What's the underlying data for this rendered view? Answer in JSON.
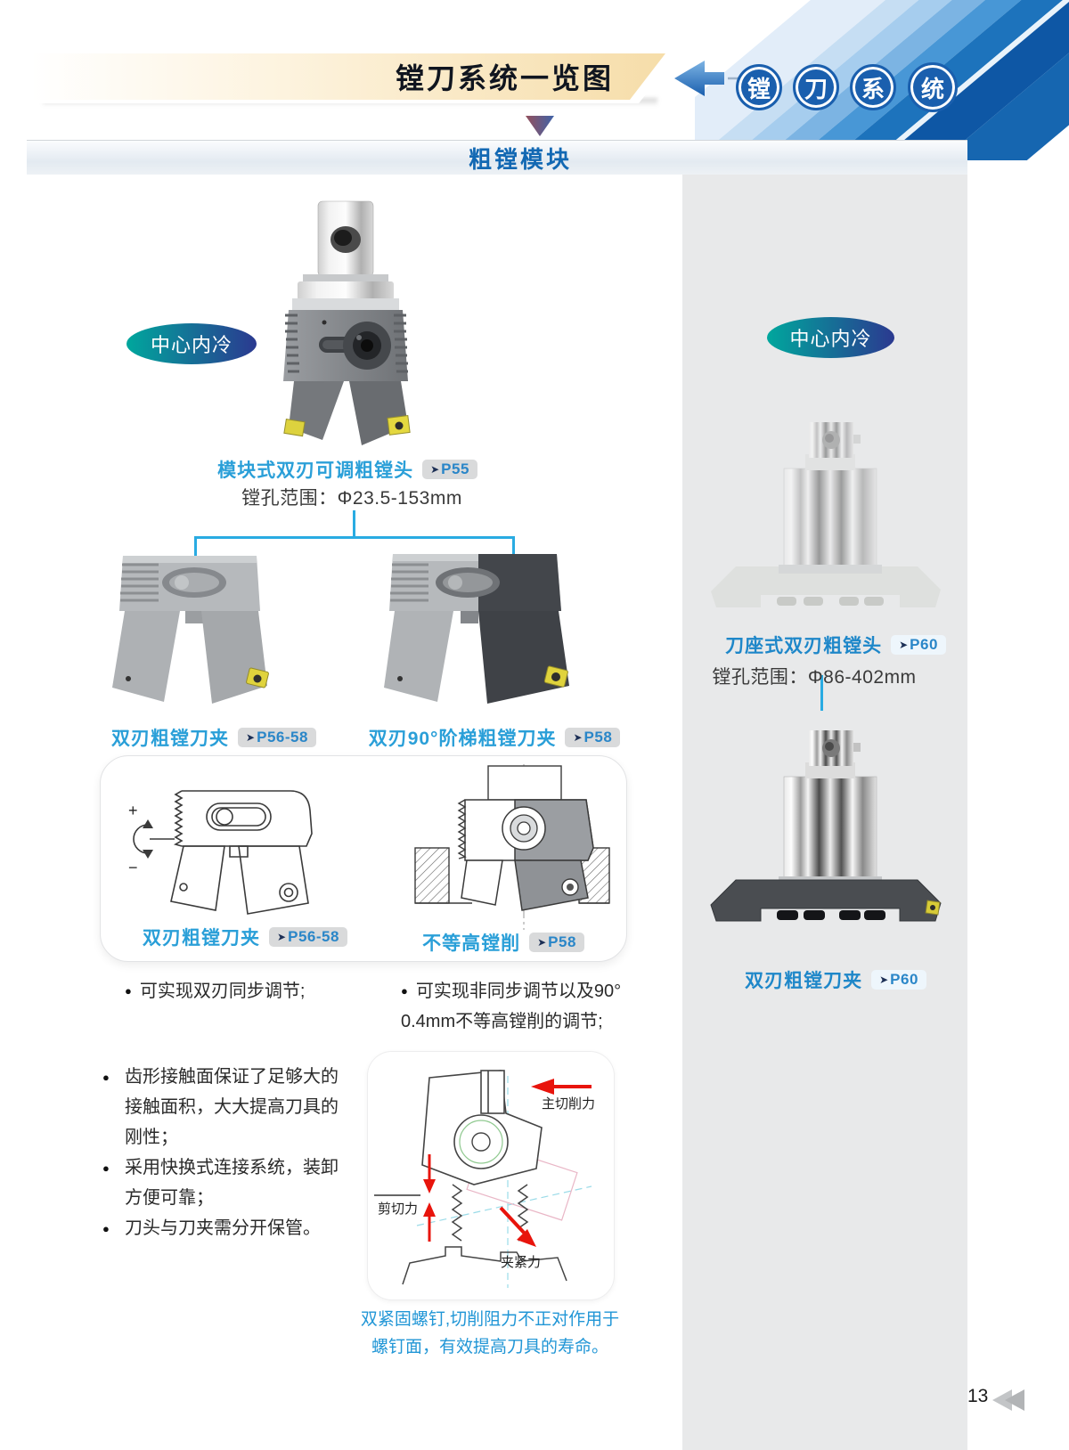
{
  "header": {
    "title": "镗刀系统一览图",
    "system_badges": [
      "镗",
      "刀",
      "系",
      "统"
    ],
    "section_title": "粗镗模块"
  },
  "badges": {
    "coolant_left": "中心内冷",
    "coolant_right": "中心内冷"
  },
  "left": {
    "main_head": {
      "name": "模块式双刃可调粗镗头",
      "ref_arrow": "➤",
      "ref_page": "P55",
      "spec": "镗孔范围：Φ23.5-153mm"
    },
    "clamp_a": {
      "name": "双刃粗镗刀夹",
      "ref_arrow": "➤",
      "ref_page": "P56-58"
    },
    "clamp_b": {
      "name": "双刃90°阶梯粗镗刀夹",
      "ref_arrow": "➤",
      "ref_page": "P58"
    },
    "box": {
      "drawing_a": {
        "name": "双刃粗镗刀夹",
        "ref_arrow": "➤",
        "ref_page": "P56-58",
        "plus": "+",
        "minus": "−"
      },
      "drawing_b": {
        "name": "不等高镗削",
        "ref_arrow": "➤",
        "ref_page": "P58"
      }
    },
    "bullet_a": "可实现双刃同步调节;",
    "bullet_b": "可实现非同步调节以及90° 0.4mm不等高镗削的调节;",
    "notes": [
      "齿形接触面保证了足够大的接触面积，大大提高刀具的刚性；",
      "采用快换式连接系统，装卸方便可靠；",
      "刀头与刀夹需分开保管。"
    ],
    "force": {
      "label_main": "主切削力",
      "label_shear": "剪切力",
      "label_clamp": "夹紧力",
      "caption": "双紧固螺钉,切削阻力不正对作用于螺钉面，有效提高刀具的寿命。"
    }
  },
  "right": {
    "head": {
      "name": "刀座式双刃粗镗头",
      "ref_arrow": "➤",
      "ref_page": "P60",
      "spec": "镗孔范围：Φ86-402mm"
    },
    "clamp": {
      "name": "双刃粗镗刀夹",
      "ref_arrow": "➤",
      "ref_page": "P60"
    }
  },
  "page": {
    "number": "13"
  },
  "colors": {
    "accent_blue": "#2a9fd8",
    "deep_blue": "#1a5fae",
    "link_blue": "#29abe2",
    "panel_gray": "#e8e9ea",
    "badge_teal": "#00a79d",
    "badge_indigo": "#2b3990",
    "banner_tan": "#f6dda9",
    "arrow_red": "#e8140c",
    "insert_yellow": "#e0d33c"
  }
}
